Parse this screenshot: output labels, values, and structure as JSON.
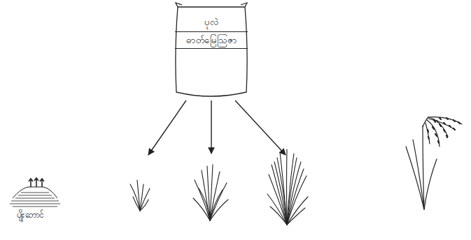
{
  "diagram": {
    "nodes": [
      {
        "text": [
          "ပုလဲ",
          "ဓာတ်မြေသြဇာ"
        ]
      }
    ],
    "labels": [
      "ပျိုးဘောင်"
    ]
  }
}
